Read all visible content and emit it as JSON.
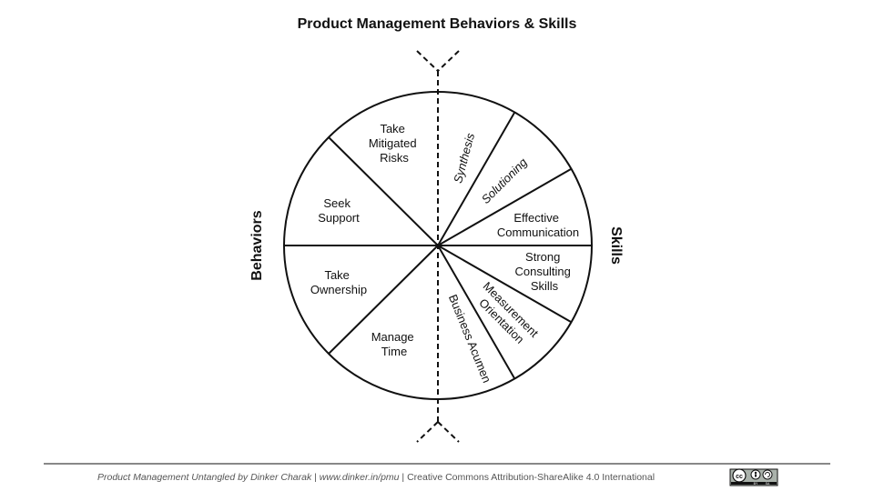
{
  "title": "Product Management Behaviors & Skills",
  "left_label": "Behaviors",
  "right_label": "Skills",
  "behaviors": [
    {
      "lines": [
        "Take",
        "Mitigated",
        "Risks"
      ]
    },
    {
      "lines": [
        "Seek",
        "Support"
      ]
    },
    {
      "lines": [
        "Take",
        "Ownership"
      ]
    },
    {
      "lines": [
        "Manage",
        "Time"
      ]
    }
  ],
  "skills": {
    "synthesis": "Synthesis",
    "solutioning": "Solutioning",
    "effective_communication": [
      "Effective",
      "Communication"
    ],
    "strong_consulting": [
      "Strong",
      "Consulting",
      "Skills"
    ],
    "measurement_orientation": [
      "Measurement",
      "Orientation"
    ],
    "business_acumen": "Business Acumen"
  },
  "footer": {
    "book": "Product Management Untangled by Dinker Charak",
    "sep1": " | ",
    "url": "www.dinker.in/pmu",
    "sep2": " | ",
    "license": "Creative Commons Attribution-ShareAlike 4.0 International"
  },
  "license_badge": {
    "icon": "cc-by-sa-icon",
    "by": "BY",
    "sa": "SA"
  }
}
